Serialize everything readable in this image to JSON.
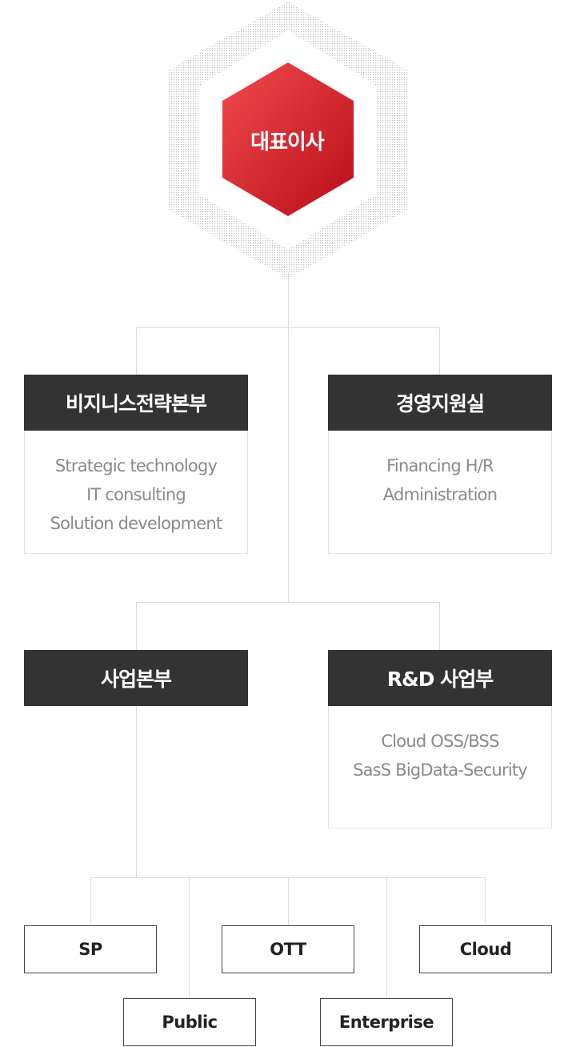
{
  "ceo": {
    "title": "대표이사"
  },
  "departments": [
    {
      "id": "business_strategy",
      "title": "비지니스전략본부",
      "items": [
        "Strategic technology",
        "IT consulting",
        "Solution development"
      ]
    },
    {
      "id": "management_support",
      "title": "경영지원실",
      "items": [
        "Financing H/R",
        "Administration"
      ]
    },
    {
      "id": "business_division",
      "title": "사업본부",
      "items": []
    },
    {
      "id": "rnd_division",
      "title": "R&D 사업부",
      "items": [
        "Cloud OSS/BSS",
        "SasS BigData-Security"
      ]
    }
  ],
  "teams": [
    {
      "label": "SP"
    },
    {
      "label": "Public"
    },
    {
      "label": "OTT"
    },
    {
      "label": "Enterprise"
    },
    {
      "label": "Cloud"
    }
  ],
  "colors": {
    "hex_gradient_start": "#f04b4f",
    "hex_gradient_end": "#b90d17",
    "header_bg": "#333333",
    "line": "#dcdcdc",
    "item_text": "#8a8a8a"
  }
}
